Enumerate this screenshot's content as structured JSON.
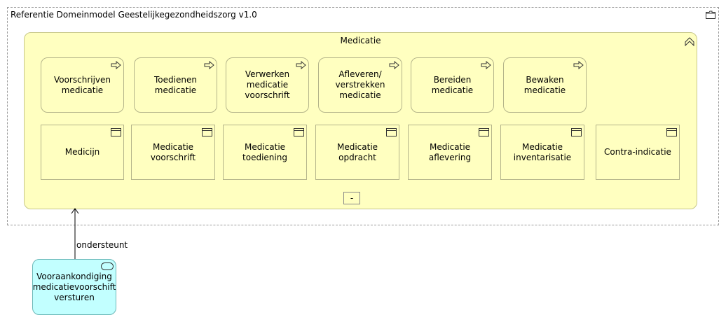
{
  "group": {
    "title": "Referentie Domeinmodel Geestelijkegezondheidszorg v1.0",
    "icon": "folder-icon"
  },
  "container": {
    "title": "Medicatie",
    "icon": "collapse-chevron-icon",
    "collapse_label": "-"
  },
  "functions": [
    {
      "label": "Voorschrijven medicatie",
      "icon": "function-arrow-icon"
    },
    {
      "label": "Toedienen medicatie",
      "icon": "function-arrow-icon"
    },
    {
      "label": "Verwerken medicatie voorschrift",
      "icon": "function-arrow-icon"
    },
    {
      "label": "Afleveren/ verstrekken medicatie",
      "icon": "function-arrow-icon"
    },
    {
      "label": "Bereiden medicatie",
      "icon": "function-arrow-icon"
    },
    {
      "label": "Bewaken medicatie",
      "icon": "function-arrow-icon"
    }
  ],
  "objects": [
    {
      "label": "Medicijn",
      "icon": "data-object-icon"
    },
    {
      "label": "Medicatie voorschrift",
      "icon": "data-object-icon"
    },
    {
      "label": "Medicatie toediening",
      "icon": "data-object-icon"
    },
    {
      "label": "Medicatie opdracht",
      "icon": "data-object-icon"
    },
    {
      "label": "Medicatie aflevering",
      "icon": "data-object-icon"
    },
    {
      "label": "Medicatie inventarisatie",
      "icon": "data-object-icon"
    },
    {
      "label": "Contra-indicatie",
      "icon": "data-object-icon"
    }
  ],
  "service": {
    "label": "Vooraankondiging medicatievoorschift versturen",
    "icon": "service-icon"
  },
  "relation": {
    "label": "ondersteunt"
  },
  "colors": {
    "function_fill": "#ffffc0",
    "service_fill": "#c2ffff",
    "group_border": "#9a9a9a"
  }
}
